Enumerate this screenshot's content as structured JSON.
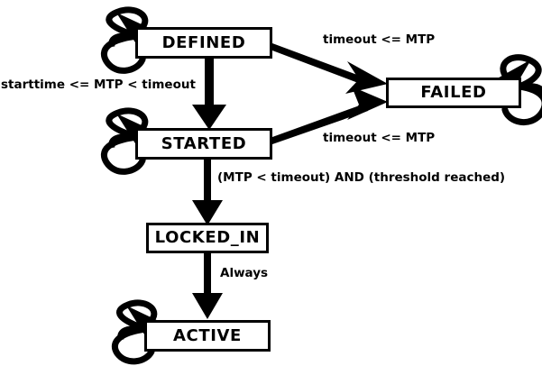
{
  "diagram": {
    "type": "state-machine",
    "title": "",
    "background_color": "#ffffff",
    "stroke_color": "#000000",
    "states": [
      {
        "id": "defined",
        "label": "DEFINED"
      },
      {
        "id": "started",
        "label": "STARTED"
      },
      {
        "id": "failed",
        "label": "FAILED"
      },
      {
        "id": "locked_in",
        "label": "LOCKED_IN"
      },
      {
        "id": "active",
        "label": "ACTIVE"
      }
    ],
    "transitions": [
      {
        "id": "defined-to-failed",
        "from": "defined",
        "to": "failed",
        "label": "timeout <= MTP"
      },
      {
        "id": "defined-to-started",
        "from": "defined",
        "to": "started",
        "label": "starttime <= MTP < timeout"
      },
      {
        "id": "started-to-failed",
        "from": "started",
        "to": "failed",
        "label": "timeout <= MTP"
      },
      {
        "id": "started-to-locked-in",
        "from": "started",
        "to": "locked_in",
        "label": "(MTP < timeout) AND (threshold reached)"
      },
      {
        "id": "locked-in-to-active",
        "from": "locked_in",
        "to": "active",
        "label": "Always"
      },
      {
        "id": "defined-self-loop",
        "from": "defined",
        "to": "defined",
        "label": ""
      },
      {
        "id": "started-self-loop",
        "from": "started",
        "to": "started",
        "label": ""
      },
      {
        "id": "failed-self-loop",
        "from": "failed",
        "to": "failed",
        "label": ""
      },
      {
        "id": "active-self-loop",
        "from": "active",
        "to": "active",
        "label": ""
      }
    ]
  }
}
